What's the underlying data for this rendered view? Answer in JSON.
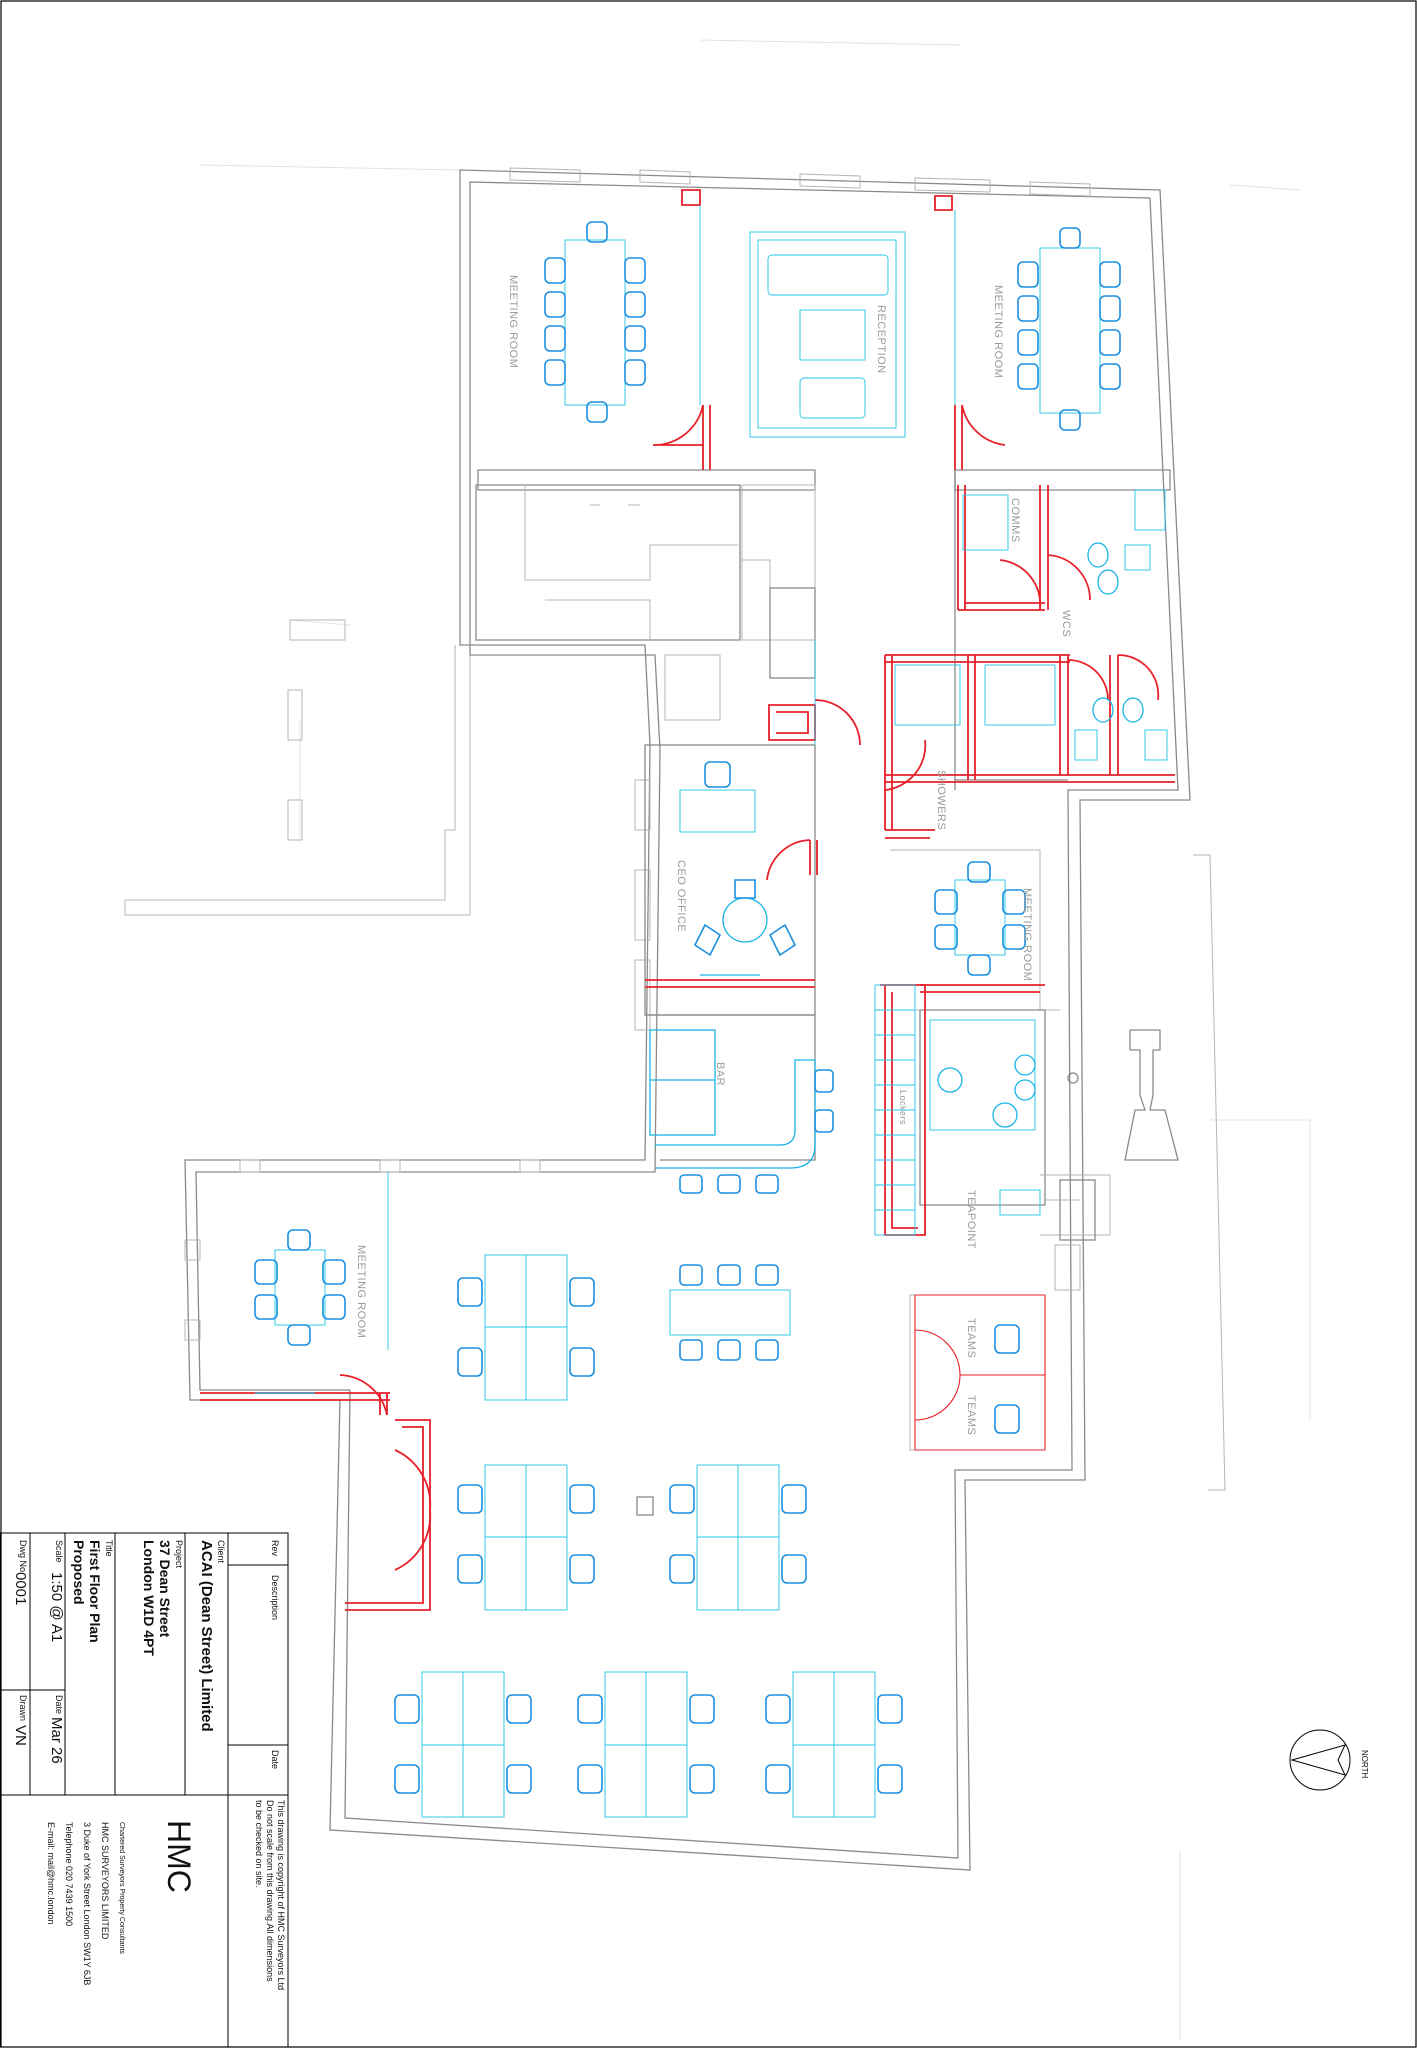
{
  "rooms": {
    "meeting_room_a": "MEETING ROOM",
    "reception": "RECEPTION",
    "meeting_room_b": "MEETING ROOM",
    "comms": "COMMS",
    "wcs": "WCS",
    "showers": "SHOWERS",
    "ceo_office": "CEO OFFICE",
    "meeting_room_c": "MEETING ROOM",
    "bar": "BAR",
    "lockers": "Lockers",
    "teapoint": "TEAPOINT",
    "meeting_room_d": "MEETING ROOM",
    "teams_a": "TEAMS",
    "teams_b": "TEAMS"
  },
  "north_label": "NORTH",
  "title_block": {
    "rev_label": "Rev",
    "description_label": "Description",
    "date_label": "Date",
    "client_label": "Client",
    "client": "ACAI (Dean Street) Limited",
    "project_label": "Project",
    "project_line1": "37 Dean Street",
    "project_line2": "London W1D 4PT",
    "title_label": "Title",
    "title_line1": "First Floor Plan",
    "title_line2": "Proposed",
    "scale_label": "Scale",
    "scale": "1:50 @ A1",
    "date_label2": "Date",
    "date": "Mar 26",
    "dwg_label": "Dwg No",
    "dwg_no": "0001",
    "drawn_label": "Drawn",
    "drawn": "VN",
    "copyright_line1": "This drawing is copyright of HMC Surveyors Ltd",
    "copyright_line2": "Do not scale from this drawing.All dimensions",
    "copyright_line3": "to be checked on site.",
    "logo": "HMC",
    "tagline": "Chartered Surveyors  Property Consultants",
    "company": "HMC SURVEYORS LIMITED",
    "address": "3 Duke of York Street London SW1Y 6JB",
    "telephone": "Telephone 020 7439 1500",
    "email": "E-mail: mail@hmc.london"
  }
}
